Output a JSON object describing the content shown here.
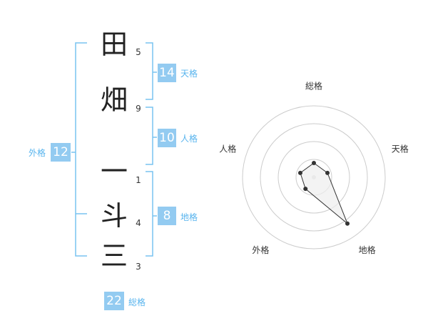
{
  "name": {
    "characters": [
      {
        "char": "田",
        "strokes": "5"
      },
      {
        "char": "畑",
        "strokes": "9"
      },
      {
        "char": "一",
        "strokes": "1"
      },
      {
        "char": "斗",
        "strokes": "4"
      },
      {
        "char": "三",
        "strokes": "3"
      }
    ]
  },
  "fortune": {
    "tenkaku": {
      "value": "14",
      "label": "天格"
    },
    "jinkaku": {
      "value": "10",
      "label": "人格"
    },
    "chikaku": {
      "value": "8",
      "label": "地格"
    },
    "gaikaku": {
      "value": "12",
      "label": "外格"
    },
    "soukaku": {
      "value": "22",
      "label": "総格"
    }
  },
  "chart_data": {
    "type": "radar",
    "axes": [
      "総格",
      "天格",
      "地格",
      "外格",
      "人格"
    ],
    "values": [
      1,
      1,
      4,
      1,
      1
    ],
    "rmax": 5,
    "rings": 4,
    "colors": {
      "grid": "#cccccc",
      "line": "#333333",
      "fill": "#eeeeee",
      "point": "#333333"
    }
  },
  "colors": {
    "accent": "#93cbf1",
    "accent_text": "#58b4ee",
    "bracket": "#78c3f0"
  }
}
